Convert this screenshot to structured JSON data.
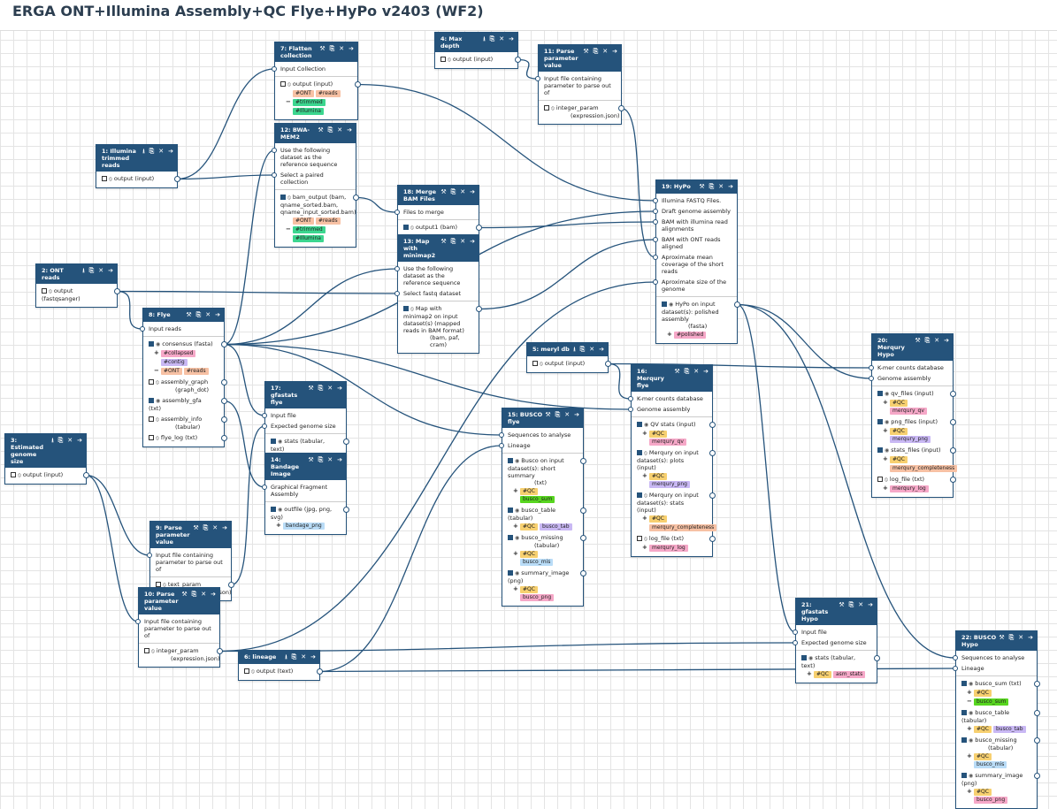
{
  "title": "ERGA ONT+Illumina Assembly+QC Flye+HyPo v2403 (WF2)",
  "tag_colors": {
    "#ONT": "#f7c1a4",
    "#reads": "#f7c1a4",
    "#trimmed": "#3cd68f",
    "#Illumina": "#3cd68f",
    "#collapsed": "#f6a8c8",
    "#contig": "#c9b8f4",
    "#polished": "#f6a8c8",
    "#QC": "#f7d070",
    "asm_stats": "#f6a8c8",
    "bandage_png": "#b9dcf7",
    "busco_sum": "#57d61f",
    "busco_tab": "#c9b8f4",
    "busco_mis": "#b9dcf7",
    "busco_png": "#f6a8c8",
    "merqury_qv": "#f6a8c8",
    "merqury_png": "#c9b8f4",
    "merqury_completeness": "#f7c1a4",
    "merqury_log": "#f6a8c8"
  },
  "header_icons": [
    "wrench-icon",
    "document-icon",
    "close-icon",
    "arrow-icon"
  ],
  "nodes": [
    {
      "id": "n7",
      "title": "7: Flatten collection",
      "inputs": [
        "Input Collection"
      ],
      "outputs": [
        {
          "label": "output (input)",
          "checked": false,
          "eye": false,
          "tags": [
            {
              "sign": "",
              "items": [
                "#ONT",
                "#reads"
              ]
            },
            {
              "sign": "−",
              "items": [
                "#trimmed"
              ]
            },
            {
              "sign": "",
              "items": [
                "#Illumina"
              ]
            }
          ]
        }
      ]
    },
    {
      "id": "n4",
      "title": "4: Max depth",
      "tool": false,
      "inputs": [],
      "outputs": [
        {
          "label": "output (input)",
          "checked": false,
          "eye": false,
          "tags": []
        }
      ]
    },
    {
      "id": "n11",
      "title": "11: Parse parameter value",
      "inputs": [
        "Input file containing parameter to parse out of"
      ],
      "outputs": [
        {
          "label": "integer_param",
          "sub": "(expression.json)",
          "checked": false,
          "eye": false,
          "tags": []
        }
      ]
    },
    {
      "id": "n1",
      "title": "1: Illumina trimmed reads",
      "tool": false,
      "inputs": [],
      "outputs": [
        {
          "label": "output (input)",
          "checked": false,
          "eye": false,
          "tags": []
        }
      ]
    },
    {
      "id": "n12",
      "title": "12: BWA-MEM2",
      "inputs": [
        "Use the following dataset as the reference sequence",
        "Select a paired collection"
      ],
      "outputs": [
        {
          "label": "bam_output (bam, qname_sorted.bam, qname_input_sorted.bam)",
          "checked": true,
          "eye": false,
          "tags": [
            {
              "sign": "",
              "items": [
                "#ONT",
                "#reads"
              ]
            },
            {
              "sign": "−",
              "items": [
                "#trimmed"
              ]
            },
            {
              "sign": "",
              "items": [
                "#Illumina"
              ]
            }
          ]
        }
      ]
    },
    {
      "id": "n18",
      "title": "18: Merge BAM Files",
      "inputs": [
        "Files to merge"
      ],
      "outputs": [
        {
          "label": "output1 (bam)",
          "checked": true,
          "eye": false,
          "tags": []
        }
      ]
    },
    {
      "id": "n13",
      "title": "13: Map with minimap2",
      "inputs": [
        "Use the following dataset as the reference sequence",
        "Select fastq dataset"
      ],
      "outputs": [
        {
          "label": "Map with minimap2 on input dataset(s) (mapped reads in BAM format)",
          "sub": "(bam, paf, cram)",
          "checked": true,
          "eye": false,
          "tags": []
        }
      ]
    },
    {
      "id": "n19",
      "title": "19: HyPo",
      "inputs": [
        "Illumina FASTQ Files.",
        "Draft genome assembly",
        "BAM with illumina read alignments",
        "BAM with ONT reads aligned",
        "Aproximate mean coverage of the short reads",
        "Aproximate size of the genome"
      ],
      "outputs": [
        {
          "label": "HyPo on input dataset(s): polished assembly",
          "sub": "(fasta)",
          "checked": true,
          "eye": true,
          "tags": [
            {
              "sign": "+",
              "items": [
                "#polished"
              ]
            }
          ]
        }
      ]
    },
    {
      "id": "n2",
      "title": "2: ONT reads",
      "tool": false,
      "inputs": [],
      "outputs": [
        {
          "label": "output (fastqsanger)",
          "checked": false,
          "eye": false,
          "tags": []
        }
      ]
    },
    {
      "id": "n8",
      "title": "8: Flye",
      "inputs": [
        "Input reads"
      ],
      "outputs": [
        {
          "label": "consensus (fasta)",
          "checked": true,
          "eye": true,
          "tags": [
            {
              "sign": "+",
              "items": [
                "#collapsed"
              ]
            },
            {
              "sign": "",
              "items": [
                "#contig"
              ]
            },
            {
              "sign": "−",
              "items": [
                "#ONT",
                "#reads"
              ]
            }
          ]
        },
        {
          "label": "assembly_graph",
          "sub": "(graph_dot)",
          "checked": false,
          "eye": false,
          "tags": []
        },
        {
          "label": "assembly_gfa (txt)",
          "checked": true,
          "eye": true,
          "tags": []
        },
        {
          "label": "assembly_info",
          "sub": "(tabular)",
          "checked": false,
          "eye": false,
          "tags": []
        },
        {
          "label": "flye_log (txt)",
          "checked": false,
          "eye": false,
          "tags": []
        }
      ]
    },
    {
      "id": "n5",
      "title": "5: meryl db",
      "tool": false,
      "inputs": [],
      "outputs": [
        {
          "label": "output (input)",
          "checked": false,
          "eye": false,
          "tags": []
        }
      ]
    },
    {
      "id": "n20",
      "title": "20: Merqury Hypo",
      "inputs": [
        "K-mer counts database",
        "Genome assembly"
      ],
      "outputs": [
        {
          "label": "qv_files (input)",
          "checked": true,
          "eye": true,
          "tags": [
            {
              "sign": "+",
              "items": [
                "#QC",
                "merqury_qv"
              ]
            }
          ]
        },
        {
          "label": "png_files (input)",
          "checked": true,
          "eye": true,
          "tags": [
            {
              "sign": "+",
              "items": [
                "#QC",
                "merqury_png"
              ]
            }
          ]
        },
        {
          "label": "stats_files (input)",
          "checked": true,
          "eye": true,
          "tags": [
            {
              "sign": "+",
              "items": [
                "#QC"
              ]
            },
            {
              "sign": "",
              "items": [
                "merqury_completeness"
              ]
            }
          ]
        },
        {
          "label": "log_file (txt)",
          "checked": false,
          "eye": false,
          "tags": [
            {
              "sign": "+",
              "items": [
                "merqury_log"
              ]
            }
          ]
        }
      ]
    },
    {
      "id": "n16",
      "title": "16: Merqury flye",
      "inputs": [
        "K-mer counts database",
        "Genome assembly"
      ],
      "outputs": [
        {
          "label": "QV stats (input)",
          "checked": true,
          "eye": true,
          "tags": [
            {
              "sign": "+",
              "items": [
                "#QC",
                "merqury_qv"
              ]
            }
          ]
        },
        {
          "label": "Merqury on input dataset(s): plots (input)",
          "checked": true,
          "eye": false,
          "tags": [
            {
              "sign": "+",
              "items": [
                "#QC",
                "merqury_png"
              ]
            }
          ]
        },
        {
          "label": "Merqury on input dataset(s): stats (input)",
          "checked": true,
          "eye": false,
          "tags": [
            {
              "sign": "+",
              "items": [
                "#QC"
              ]
            },
            {
              "sign": "",
              "items": [
                "merqury_completeness"
              ]
            }
          ]
        },
        {
          "label": "log_file (txt)",
          "checked": false,
          "eye": false,
          "tags": [
            {
              "sign": "+",
              "items": [
                "merqury_log"
              ]
            }
          ]
        }
      ]
    },
    {
      "id": "n17",
      "title": "17: gfastats flye",
      "inputs": [
        "Input file",
        "Expected genome size"
      ],
      "outputs": [
        {
          "label": "stats (tabular, text)",
          "checked": true,
          "eye": true,
          "tags": [
            {
              "sign": "+",
              "items": [
                "#QC",
                "asm_stats"
              ]
            }
          ]
        }
      ]
    },
    {
      "id": "n14",
      "title": "14: Bandage Image",
      "inputs": [
        "Graphical Fragment Assembly"
      ],
      "outputs": [
        {
          "label": "outfile (jpg, png, svg)",
          "checked": true,
          "eye": true,
          "tags": [
            {
              "sign": "+",
              "items": [
                "bandage_png"
              ]
            }
          ]
        }
      ]
    },
    {
      "id": "n15",
      "title": "15: BUSCO flye",
      "inputs": [
        "Sequences to analyse",
        "Lineage"
      ],
      "outputs": [
        {
          "label": "Busco on input dataset(s): short summary",
          "sub": "(txt)",
          "checked": true,
          "eye": true,
          "tags": [
            {
              "sign": "+",
              "items": [
                "#QC",
                "busco_sum"
              ]
            }
          ]
        },
        {
          "label": "busco_table (tabular)",
          "checked": true,
          "eye": true,
          "tags": [
            {
              "sign": "+",
              "items": [
                "#QC",
                "busco_tab"
              ]
            }
          ]
        },
        {
          "label": "busco_missing",
          "sub": "(tabular)",
          "checked": true,
          "eye": true,
          "tags": [
            {
              "sign": "+",
              "items": [
                "#QC",
                "busco_mis"
              ]
            }
          ]
        },
        {
          "label": "summary_image (png)",
          "checked": true,
          "eye": true,
          "tags": [
            {
              "sign": "+",
              "items": [
                "#QC",
                "busco_png"
              ]
            }
          ]
        }
      ]
    },
    {
      "id": "n3",
      "title": "3: Estimated genome size",
      "tool": false,
      "inputs": [],
      "outputs": [
        {
          "label": "output (input)",
          "checked": false,
          "eye": false,
          "tags": []
        }
      ]
    },
    {
      "id": "n9",
      "title": "9: Parse parameter value",
      "inputs": [
        "Input file containing parameter to parse out of"
      ],
      "outputs": [
        {
          "label": "text_param",
          "sub": "(expression.json)",
          "checked": false,
          "eye": false,
          "tags": []
        }
      ]
    },
    {
      "id": "n10",
      "title": "10: Parse parameter value",
      "inputs": [
        "Input file containing parameter to parse out of"
      ],
      "outputs": [
        {
          "label": "integer_param",
          "sub": "(expression.json)",
          "checked": false,
          "eye": false,
          "tags": []
        }
      ]
    },
    {
      "id": "n6",
      "title": "6: lineage",
      "tool": false,
      "inputs": [],
      "outputs": [
        {
          "label": "output (text)",
          "checked": false,
          "eye": false,
          "tags": []
        }
      ]
    },
    {
      "id": "n21",
      "title": "21: gfastats Hypo",
      "inputs": [
        "Input file",
        "Expected genome size"
      ],
      "outputs": [
        {
          "label": "stats (tabular, text)",
          "checked": true,
          "eye": true,
          "tags": [
            {
              "sign": "+",
              "items": [
                "#QC",
                "asm_stats"
              ]
            }
          ]
        }
      ]
    },
    {
      "id": "n22",
      "title": "22: BUSCO Hypo",
      "inputs": [
        "Sequences to analyse",
        "Lineage"
      ],
      "outputs": [
        {
          "label": "busco_sum (txt)",
          "checked": true,
          "eye": true,
          "tags": [
            {
              "sign": "+",
              "items": [
                "#QC"
              ]
            },
            {
              "sign": "−",
              "items": [
                "busco_sum"
              ]
            }
          ]
        },
        {
          "label": "busco_table (tabular)",
          "checked": true,
          "eye": true,
          "tags": [
            {
              "sign": "+",
              "items": [
                "#QC",
                "busco_tab"
              ]
            }
          ]
        },
        {
          "label": "busco_missing",
          "sub": "(tabular)",
          "checked": true,
          "eye": true,
          "tags": [
            {
              "sign": "+",
              "items": [
                "#QC",
                "busco_mis"
              ]
            }
          ]
        },
        {
          "label": "summary_image (png)",
          "checked": true,
          "eye": true,
          "tags": [
            {
              "sign": "+",
              "items": [
                "#QC",
                "busco_png"
              ]
            }
          ]
        }
      ]
    }
  ]
}
